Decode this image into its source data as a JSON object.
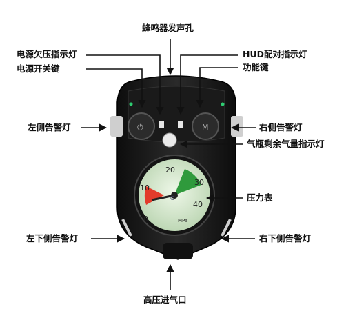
{
  "labels": {
    "buzzer": "蜂鸣器发声孔",
    "low_voltage": "电源欠压指示灯",
    "power_switch": "电源开关键",
    "hud_pair": "HUD配对指示灯",
    "function_key": "功能键",
    "left_side_light": "左侧告警灯",
    "right_side_light": "右侧告警灯",
    "gas_remaining": "气瓶剩余气量指示灯",
    "pressure_gauge": "压力表",
    "left_lower_light": "左下侧告警灯",
    "right_lower_light": "右下侧告警灯",
    "high_pressure_inlet": "高压进气口"
  },
  "gauge": {
    "ticks": [
      "0",
      "10",
      "20",
      "30",
      "40"
    ],
    "unit": "MPa",
    "brand": "C"
  },
  "buttons": {
    "left_symbol": "⏻",
    "right_symbol": "M"
  },
  "colors": {
    "body": "#1c1c1c",
    "dial": "#d8ead0",
    "red_zone": "#e23b2b",
    "green_zone": "#2f9a3c",
    "side_light": "#c8c8c8"
  }
}
